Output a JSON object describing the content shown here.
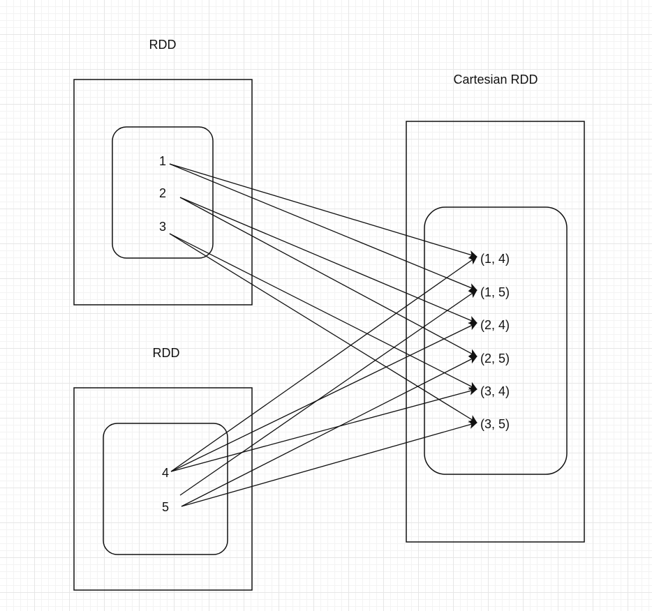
{
  "rdd_a": {
    "title": "RDD",
    "elements": [
      "1",
      "2",
      "3"
    ]
  },
  "rdd_b": {
    "title": "RDD",
    "elements": [
      "4",
      "5"
    ]
  },
  "cartesian": {
    "title": "Cartesian RDD",
    "pairs": [
      "(1, 4)",
      "(1, 5)",
      "(2, 4)",
      "(2, 5)",
      "(3, 4)",
      "(3, 5)"
    ]
  },
  "edges": [
    {
      "from": "1",
      "to": "(1, 4)"
    },
    {
      "from": "1",
      "to": "(1, 5)"
    },
    {
      "from": "2",
      "to": "(2, 4)"
    },
    {
      "from": "2",
      "to": "(2, 5)"
    },
    {
      "from": "3",
      "to": "(3, 4)"
    },
    {
      "from": "3",
      "to": "(3, 5)"
    },
    {
      "from": "4",
      "to": "(1, 4)"
    },
    {
      "from": "4",
      "to": "(2, 4)"
    },
    {
      "from": "4",
      "to": "(3, 4)"
    },
    {
      "from": "5",
      "to": "(1, 5)"
    },
    {
      "from": "5",
      "to": "(2, 5)"
    },
    {
      "from": "5",
      "to": "(3, 5)"
    }
  ],
  "colors": {
    "stroke": "#111111",
    "grid": "#e6e6e6",
    "background": "#ffffff"
  }
}
